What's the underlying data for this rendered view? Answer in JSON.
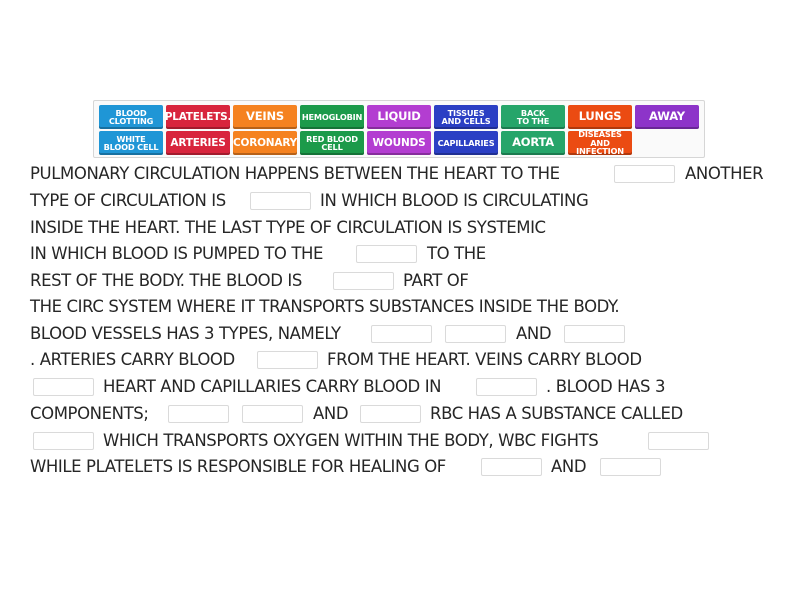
{
  "tiles": [
    {
      "label": "BLOOD\nCLOTTING",
      "color": "#1f96d6"
    },
    {
      "label": "PLATELETS.",
      "color": "#d8253d"
    },
    {
      "label": "VEINS",
      "color": "#f58220"
    },
    {
      "label": "HEMOGLOBIN",
      "color": "#1c9a4a"
    },
    {
      "label": "LIQUID",
      "color": "#b33dd1"
    },
    {
      "label": "TISSUES\nAND CELLS",
      "color": "#2b3fc4"
    },
    {
      "label": "BACK\nTO THE",
      "color": "#26a56a"
    },
    {
      "label": "LUNGS",
      "color": "#eb4b12"
    },
    {
      "label": "AWAY",
      "color": "#8d34c9"
    },
    {
      "label": "WHITE\nBLOOD CELL",
      "color": "#1f96d6"
    },
    {
      "label": "ARTERIES",
      "color": "#d8253d"
    },
    {
      "label": "CORONARY",
      "color": "#f58220"
    },
    {
      "label": "RED BLOOD\nCELL",
      "color": "#1c9a4a"
    },
    {
      "label": "WOUNDS",
      "color": "#b33dd1"
    },
    {
      "label": "CAPILLARIES",
      "color": "#2b3fc4"
    },
    {
      "label": "AORTA",
      "color": "#26a56a"
    },
    {
      "label": "DISEASES AND\nINFECTION",
      "color": "#eb4b12"
    }
  ],
  "passage": [
    [
      "PULMONARY CIRCULATION HAPPENS BETWEEN THE HEART TO THE",
      "ANOTHER"
    ],
    [
      "TYPE OF CIRCULATION IS",
      "IN WHICH BLOOD IS CIRCULATING"
    ],
    [
      "INSIDE THE HEART. THE LAST TYPE OF CIRCULATION IS SYSTEMIC"
    ],
    [
      "IN WHICH BLOOD IS PUMPED TO THE",
      "TO THE"
    ],
    [
      "REST OF THE BODY. THE BLOOD IS",
      "PART OF"
    ],
    [
      "THE CIRC SYSTEM WHERE IT TRANSPORTS SUBSTANCES INSIDE THE BODY."
    ],
    [
      "BLOOD VESSELS HAS 3 TYPES, NAMELY",
      "",
      "AND"
    ],
    [
      ". ARTERIES CARRY BLOOD",
      "FROM THE HEART. VEINS CARRY BLOOD"
    ],
    [
      "",
      "HEART AND CAPILLARIES CARRY BLOOD IN",
      ". BLOOD HAS 3"
    ],
    [
      "COMPONENTS;",
      "",
      "AND",
      "RBC HAS A SUBSTANCE CALLED"
    ],
    [
      "",
      "WHICH TRANSPORTS OXYGEN WITHIN THE BODY, WBC FIGHTS"
    ],
    [
      "WHILE PLATELETS IS RESPONSIBLE FOR HEALING OF",
      "AND"
    ]
  ]
}
